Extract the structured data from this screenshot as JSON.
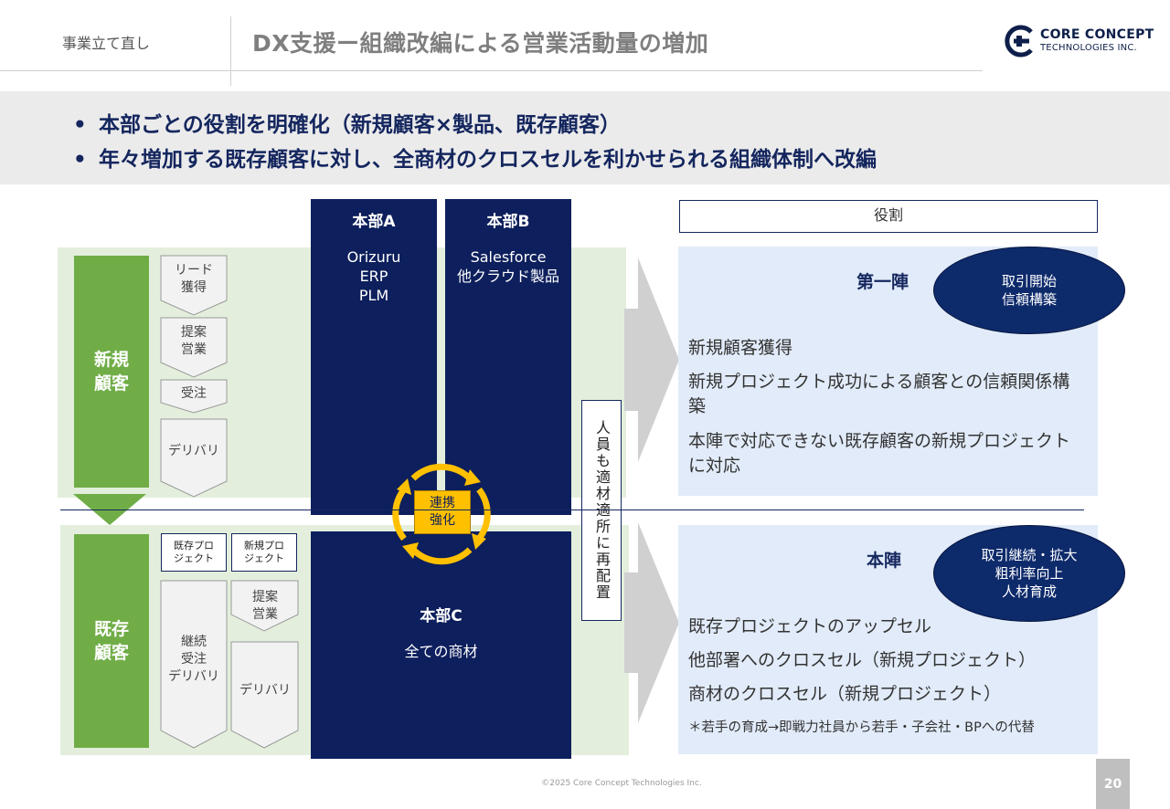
{
  "header": {
    "section": "事業立て直し",
    "title": "DX支援ー組織改編による営業活動量の増加",
    "logo_line1": "CORE CONCEPT",
    "logo_line2": "TECHNOLOGIES INC."
  },
  "bullets": [
    "本部ごとの役割を明確化（新規顧客×製品、既存顧客）",
    "年々増加する既存顧客に対し、全商材のクロスセルを利かせられる組織体制へ改編"
  ],
  "new_customer": {
    "label": "新規\n顧客",
    "steps": [
      "リード\n獲得",
      "提案\n営業",
      "受注",
      "デリバリ"
    ]
  },
  "existing_customer": {
    "label": "既存\n顧客",
    "tag_existing": "既存プロ\nジェクト",
    "tag_new": "新規プロ\nジェクト",
    "step_continuous": "継続\n受注\nデリバリ",
    "step_proposal": "提案\n営業",
    "step_delivery": "デリバリ"
  },
  "divisions": {
    "a": {
      "name": "本部A",
      "products": "Orizuru\nERP\nPLM"
    },
    "b": {
      "name": "本部B",
      "products": "Salesforce\n他クラウド製品"
    },
    "c": {
      "name": "本部C",
      "products": "全ての商材"
    }
  },
  "collaboration": "連携\n強化",
  "reassign": "人員も適材適所に再配置",
  "roles": {
    "header": "役割",
    "first": {
      "title": "第一陣",
      "badge": "取引開始\n信頼構築",
      "items": [
        "新規顧客獲得",
        "新規プロジェクト成功による顧客との信頼関係構築",
        "本陣で対応できない既存顧客の新規プロジェクトに対応"
      ]
    },
    "main": {
      "title": "本陣",
      "badge": "取引継続・拡大\n粗利率向上\n人材育成",
      "items": [
        "既存プロジェクトのアップセル",
        "他部署へのクロスセル（新規プロジェクト）",
        "商材のクロスセル（新規プロジェクト）"
      ],
      "note": "＊若手の育成→即戦力社員から若手・子会社・BPへの代替"
    }
  },
  "footer": {
    "copyright": "©2025 Core Concept Technologies Inc.",
    "page": "20"
  },
  "colors": {
    "navy": "#0d1f5c",
    "green": "#70ad47",
    "light_green": "#e3efdc",
    "light_blue": "#e1ebf9",
    "yellow": "#ffc000"
  }
}
